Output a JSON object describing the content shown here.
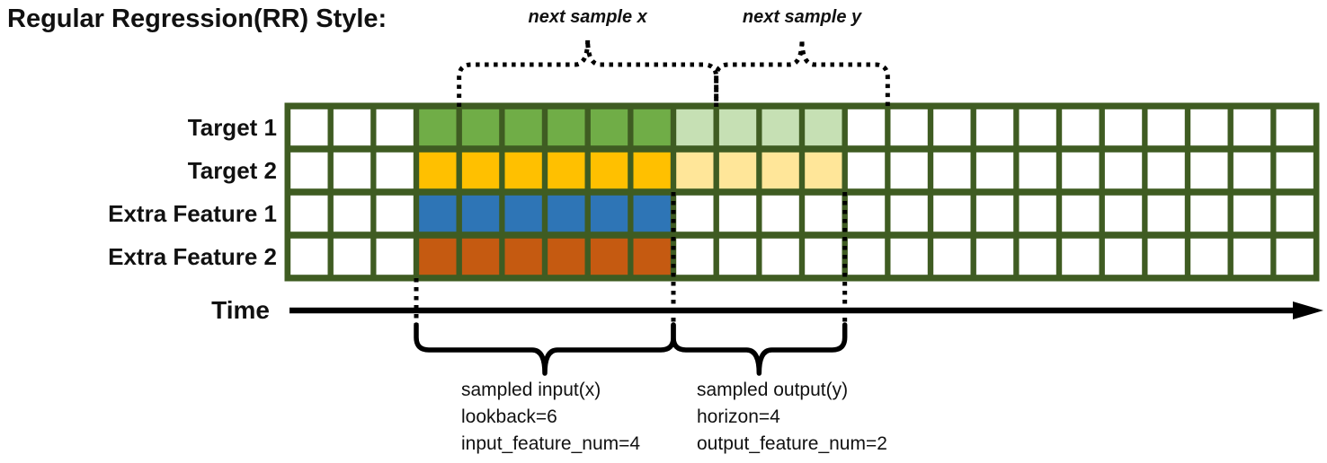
{
  "title": "Regular Regression(RR) Style:",
  "colors": {
    "background": "#ffffff",
    "grid_line": "#3f5c22",
    "annotation": "#000000",
    "cell_empty": "#ffffff"
  },
  "grid": {
    "columns": 24,
    "lead_empty_columns": 3,
    "lookback": 6,
    "horizon": 4,
    "next_sample_shift": 1,
    "rows": [
      {
        "label": "Target 1",
        "input_color": "#70AD47",
        "output_color": "#C6E0B4"
      },
      {
        "label": "Target 2",
        "input_color": "#FFC000",
        "output_color": "#FFE699"
      },
      {
        "label": "Extra Feature 1",
        "input_color": "#2E75B6",
        "output_color": ""
      },
      {
        "label": "Extra Feature 2",
        "input_color": "#C55A11",
        "output_color": ""
      }
    ]
  },
  "annotations": {
    "next_sample_x": "next sample x",
    "next_sample_y": "next sample y",
    "time_label": "Time",
    "input_block": [
      "sampled input(x)",
      "lookback=6",
      "input_feature_num=4"
    ],
    "output_block": [
      "sampled output(y)",
      "horizon=4",
      "output_feature_num=2"
    ]
  }
}
